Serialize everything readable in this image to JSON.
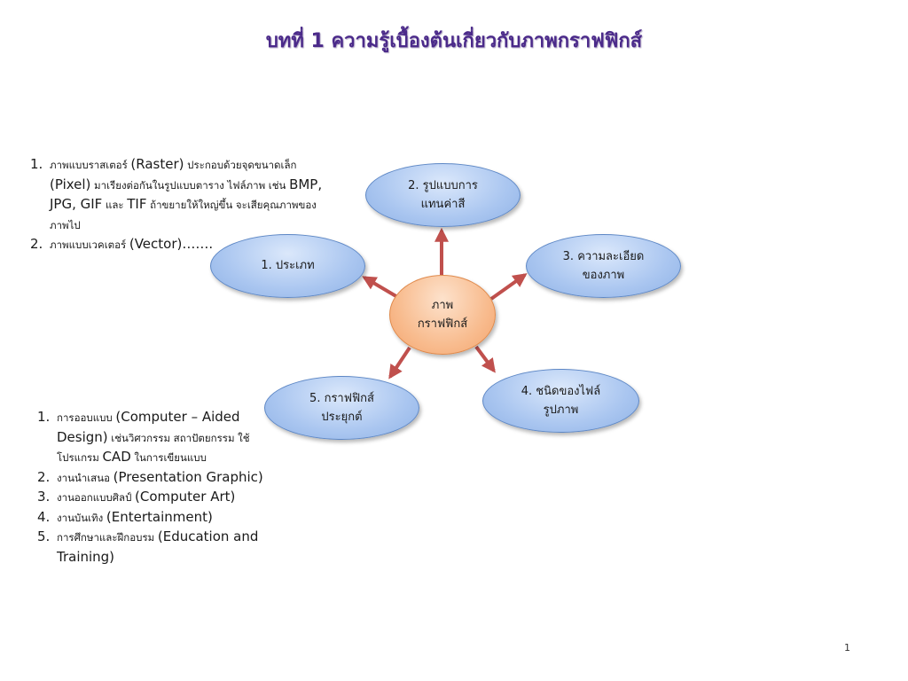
{
  "title": "บทที่ 1 ความรู้เบื้องต้นเกี่ยวกับภาพกราฟฟิกส์",
  "center_node": {
    "line1": "ภาพ",
    "line2": "กราฟฟิกส์"
  },
  "nodes": [
    {
      "line1": "1. ประเภท",
      "line2": ""
    },
    {
      "line1": "2. รูปแบบการ",
      "line2": "แทนค่าสี"
    },
    {
      "line1": "3. ความละเอียด",
      "line2": "ของภาพ"
    },
    {
      "line1": "4. ชนิดของไฟล์",
      "line2": "รูปภาพ"
    },
    {
      "line1": "5. กราฟฟิกส์",
      "line2": "ประยุกต์"
    }
  ],
  "types_list": [
    {
      "num": "1.",
      "parts": [
        {
          "th": "ภาพแบบราสเตอร์ "
        },
        {
          "en": "(Raster)"
        },
        {
          "th": "  ประกอบด้วยจุดขนาดเล็ก "
        },
        {
          "en": "(Pixel)"
        },
        {
          "th": " มาเรียงต่อกันในรูปแบบตาราง ไฟล์ภาพ เช่น "
        },
        {
          "en": "BMP, JPG, GIF"
        },
        {
          "th": " และ "
        },
        {
          "en": "TIF"
        },
        {
          "th": "  ถ้าขยายให้ใหญ่ขึ้น จะเสียคุณภาพของภาพไป"
        }
      ]
    },
    {
      "num": "2.",
      "parts": [
        {
          "th": "ภาพแบบเวคเตอร์ "
        },
        {
          "en": "(Vector)……."
        }
      ]
    }
  ],
  "apps_list": [
    {
      "num": "1.",
      "parts": [
        {
          "th": "การออบแบบ "
        },
        {
          "en": "(Computer – Aided Design)"
        },
        {
          "th": " เช่นวิศวกรรม สถาปัตยกรรม ใช้โปรแกรม "
        },
        {
          "en": "CAD"
        },
        {
          "th": " ในการเขียนแบบ"
        }
      ]
    },
    {
      "num": "2.",
      "parts": [
        {
          "th": "งานนำเสนอ "
        },
        {
          "en": "(Presentation Graphic)"
        }
      ]
    },
    {
      "num": "3.",
      "parts": [
        {
          "th": "งานออกแบบศิลป์ "
        },
        {
          "en": "(Computer Art)"
        }
      ]
    },
    {
      "num": "4.",
      "parts": [
        {
          "th": "งานบันเทิง "
        },
        {
          "en": "(Entertainment)"
        }
      ]
    },
    {
      "num": "5.",
      "parts": [
        {
          "th": "การศึกษาและฝึกอบรม "
        },
        {
          "en": "(Education and Training)"
        }
      ]
    }
  ],
  "page_number": "1",
  "colors": {
    "title": "#4b2a8a",
    "node_blue": "#aac6f0",
    "node_orange": "#f8bc8f",
    "arrow": "#c0504d"
  }
}
